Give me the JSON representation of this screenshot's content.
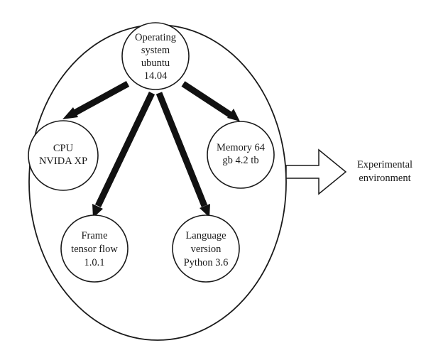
{
  "nodes": {
    "os": {
      "lines": [
        "Operating",
        "system",
        "ubuntu",
        "14.04"
      ]
    },
    "cpu": {
      "lines": [
        "CPU",
        "NVIDA XP"
      ]
    },
    "memory": {
      "lines": [
        "Memory 64",
        "gb 4.2 tb"
      ]
    },
    "frame": {
      "lines": [
        "Frame",
        "tensor flow",
        "1.0.1"
      ]
    },
    "language": {
      "lines": [
        "Language",
        "version",
        "Python 3.6"
      ]
    }
  },
  "output_label": {
    "lines": [
      "Experimental",
      "environment"
    ]
  },
  "colors": {
    "stroke": "#1a1a1a",
    "arrow": "#111111",
    "background": "#ffffff"
  }
}
